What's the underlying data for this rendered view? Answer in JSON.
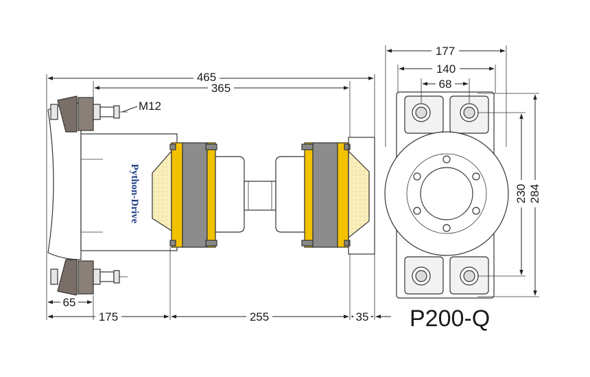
{
  "model": "P200-Q",
  "brand": "Python-Drive",
  "callout_bolt": "M12",
  "side_view": {
    "top_dims": [
      "465",
      "365"
    ],
    "bottom_dims": [
      "65",
      "175",
      "255",
      "35"
    ]
  },
  "front_view": {
    "top_dims": [
      "177",
      "140",
      "68"
    ],
    "right_dims": [
      "230",
      "284"
    ]
  },
  "colors": {
    "rubber": "#8c8c8c",
    "ring": "#f2c200",
    "hub": "#fbf1c0",
    "bracket": "#7a6f68",
    "brand_text": "#1f3f86"
  }
}
